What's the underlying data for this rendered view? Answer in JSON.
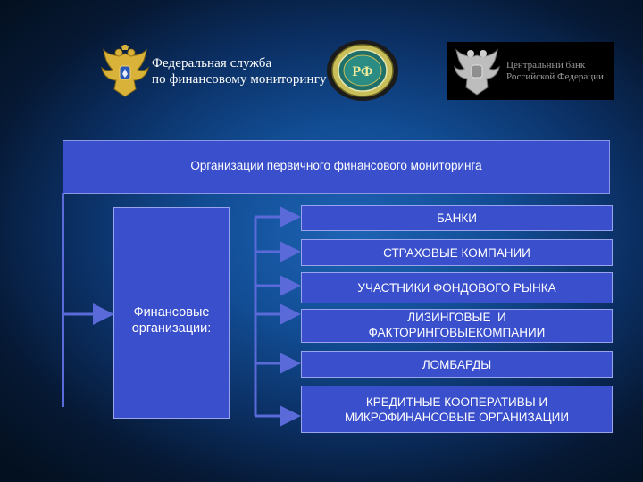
{
  "logos": {
    "fsfm": {
      "line1": "Федеральная служба",
      "line2": "по финансовому мониторингу"
    },
    "seal": {
      "text": "РФ"
    },
    "cbr": {
      "line1": "Центральный банк",
      "line2": "Российской Федерации"
    }
  },
  "diagram": {
    "main_title": "Организации первичного финансового мониторинга",
    "financial_label": "Финансовые организации:",
    "items": [
      {
        "label": "БАНКИ"
      },
      {
        "label": "СТРАХОВЫЕ КОМПАНИИ"
      },
      {
        "label": "УЧАСТНИКИ ФОНДОВОГО РЫНКА"
      },
      {
        "line1": "ЛИЗИНГОВЫЕ  И",
        "line2": "ФАКТОРИНГОВЫЕКОМПАНИИ"
      },
      {
        "label": "ЛОМБАРДЫ"
      },
      {
        "line1": "КРЕДИТНЫЕ КООПЕРАТИВЫ И",
        "line2": "МИКРОФИНАНСОВЫЕ ОРГАНИЗАЦИИ"
      }
    ]
  },
  "colors": {
    "box_fill": "#3a4fcc",
    "box_border": "#9aa4ec",
    "connector": "#5a6ad8",
    "background": "#124e96"
  }
}
